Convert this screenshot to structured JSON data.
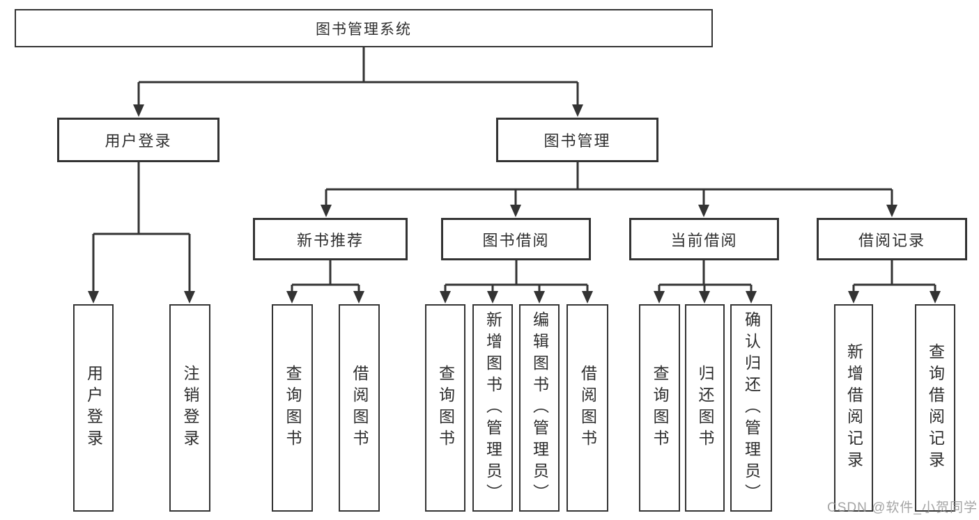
{
  "colors": {
    "background": "#ffffff",
    "line": "#333333",
    "box_border": "#333333",
    "text": "#2d2d2d",
    "watermark_text": "#949494"
  },
  "watermark": "CSDN @软件_小贺同学",
  "tree": {
    "root": "图书管理系统",
    "branches": [
      {
        "label": "用户登录",
        "leaves": [
          "用户登录",
          "注销登录"
        ]
      },
      {
        "label": "图书管理",
        "children": [
          {
            "label": "新书推荐",
            "leaves": [
              "查询图书",
              "借阅图书"
            ]
          },
          {
            "label": "图书借阅",
            "leaves": [
              "查询图书",
              "新增图书（管理员）",
              "编辑图书（管理员）",
              "借阅图书"
            ]
          },
          {
            "label": "当前借阅",
            "leaves": [
              "查询图书",
              "归还图书",
              "确认归还（管理员）"
            ]
          },
          {
            "label": "借阅记录",
            "leaves": [
              "新增借阅记录",
              "查询借阅记录"
            ]
          }
        ]
      }
    ]
  }
}
